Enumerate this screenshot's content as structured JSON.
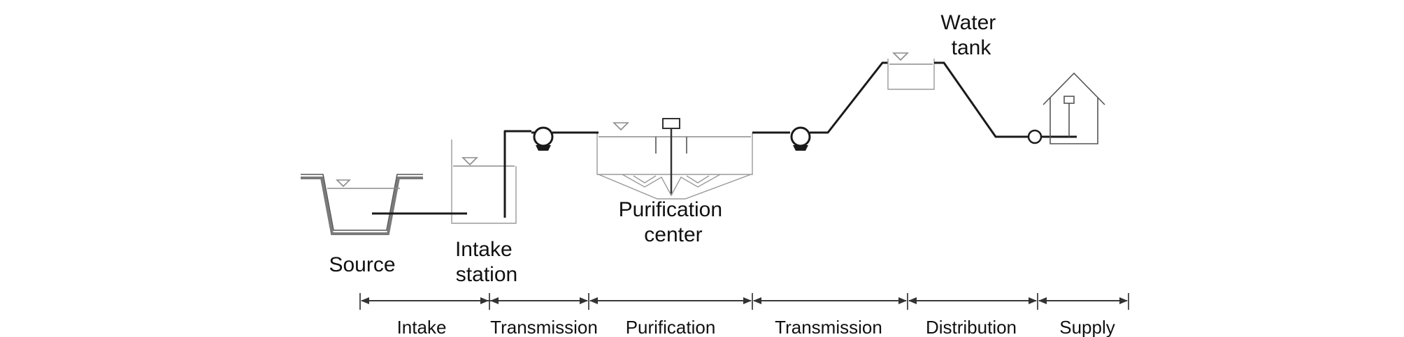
{
  "labels": {
    "source": "Source",
    "intake_station": [
      "Intake",
      "station"
    ],
    "purification_center": [
      "Purification",
      "center"
    ],
    "water_tank": [
      "Water",
      "tank"
    ]
  },
  "stages": [
    "Intake",
    "Transmission",
    "Purification",
    "Transmission",
    "Distribution",
    "Supply"
  ]
}
